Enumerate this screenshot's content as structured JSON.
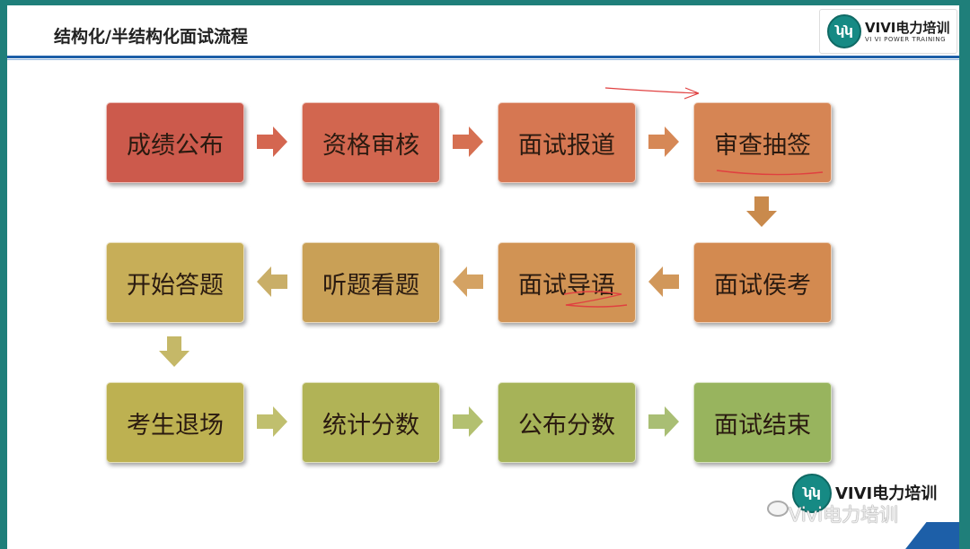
{
  "title": "结构化/半结构化面试流程",
  "logo": {
    "name": "VIVI电力培训",
    "subtitle": "VI VI POWER TRAINING",
    "mark": "ʮʮ"
  },
  "watermark": "Vivi电力培训",
  "steps": [
    {
      "label": "成绩公布",
      "color": "#cc5a4c"
    },
    {
      "label": "资格审核",
      "color": "#d2664f"
    },
    {
      "label": "面试报道",
      "color": "#d67752"
    },
    {
      "label": "审查抽签",
      "color": "#d68554"
    },
    {
      "label": "面试侯考",
      "color": "#d38a50"
    },
    {
      "label": "面试导语",
      "color": "#d19354"
    },
    {
      "label": "听题看题",
      "color": "#c9a056"
    },
    {
      "label": "开始答题",
      "color": "#c7ae58"
    },
    {
      "label": "考生退场",
      "color": "#bdb151"
    },
    {
      "label": "统计分数",
      "color": "#b1b356"
    },
    {
      "label": "公布分数",
      "color": "#a6b358"
    },
    {
      "label": "面试结束",
      "color": "#98b45e"
    }
  ],
  "arrow_colors": [
    "#d46650",
    "#d67052",
    "#d68856",
    "#c98a4c",
    "#d1975a",
    "#d4a263",
    "#c9ae68",
    "#c5b868",
    "#c0bf6e",
    "#b3c070",
    "#a9be74"
  ]
}
